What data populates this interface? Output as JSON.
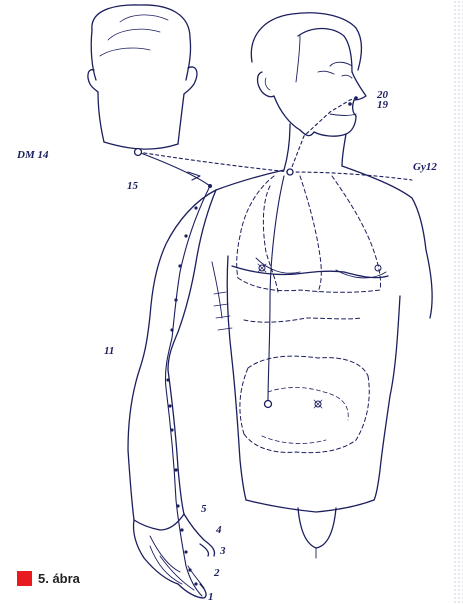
{
  "labels": {
    "dm14": "DM 14",
    "n15": "15",
    "n20": "20",
    "n19": "19",
    "gy12": "Gy12",
    "n11": "11",
    "n5": "5",
    "n4": "4",
    "n3": "3",
    "n2": "2",
    "n1": "1"
  },
  "caption": {
    "text": "5. ábra",
    "marker_color": "#e8191f"
  },
  "colors": {
    "ink": "#1c1f5e",
    "background": "#ffffff"
  }
}
